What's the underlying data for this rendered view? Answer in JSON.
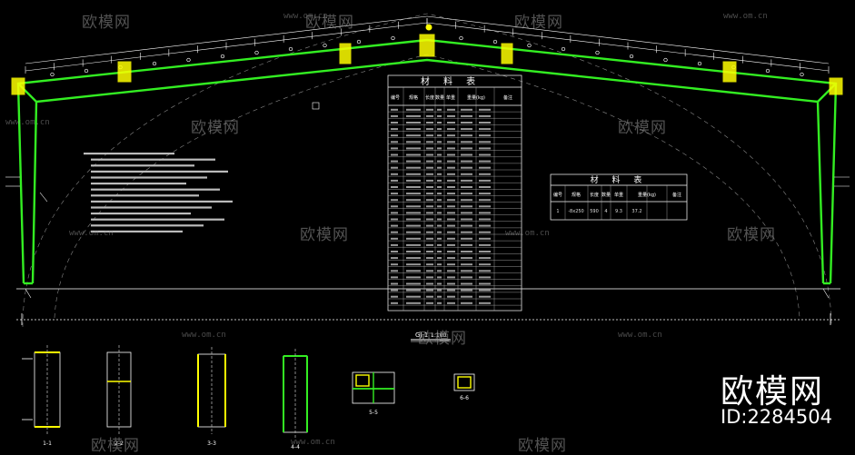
{
  "drawing": {
    "title_main": "GJ-1",
    "title_scale": "1:100",
    "big_table_title": "材 料 表",
    "small_table_title": "材 料 表",
    "big_table_headers": [
      "编号",
      "规格",
      "长度",
      "数量",
      "单重",
      "重量(kg)",
      "备注"
    ],
    "small_table_headers": [
      "编号",
      "规格",
      "长度",
      "数量",
      "单重",
      "重量(kg)",
      "备注"
    ],
    "small_table_row": [
      "1",
      "-8x250",
      "590",
      "4",
      "9.3",
      "37.2",
      ""
    ],
    "section_labels": [
      "1-1",
      "2-2",
      "3-3",
      "4-4",
      "5-5",
      "6-6"
    ]
  },
  "watermark": {
    "brand": "欧模网",
    "url": "www.om.cn",
    "id": "ID:2284504"
  },
  "colors": {
    "background": "#000000",
    "frame": "#33ee22",
    "lines": "#ffffff",
    "joints": "#ffff00"
  }
}
